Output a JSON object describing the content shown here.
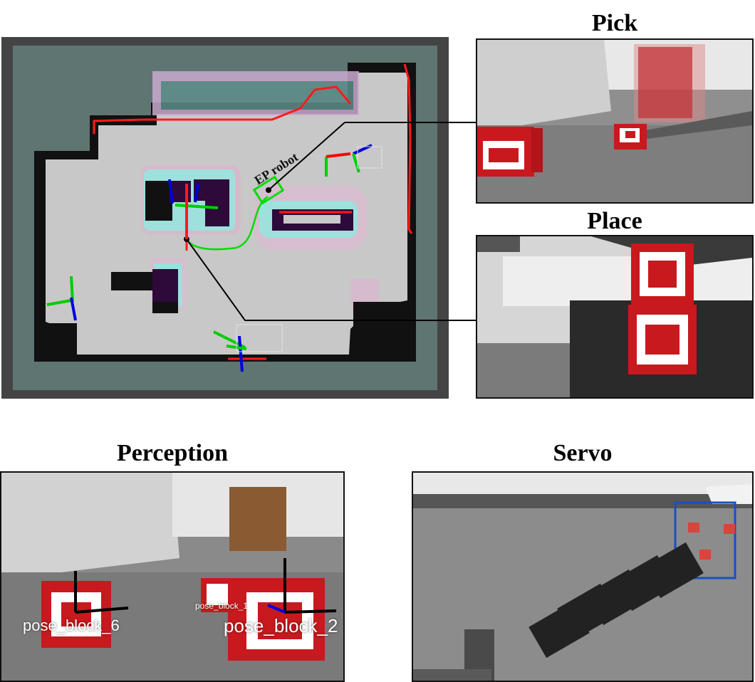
{
  "map": {
    "robot_label": "EP robot"
  },
  "panels": {
    "pick": {
      "title": "Pick"
    },
    "place": {
      "title": "Place"
    },
    "perception": {
      "title": "Perception",
      "labels": [
        "pose_block_6",
        "pose_block_1",
        "pose_block_2"
      ]
    },
    "servo": {
      "title": "Servo"
    }
  },
  "colors": {
    "map_border": "#4a4a4a",
    "map_bg": "#5f7571",
    "free_space": "#c8c8c8",
    "obstacle": "#111111",
    "inflation": "#2d0a3a",
    "path": "#00dd00",
    "laser": "#ff0000",
    "block_red": "#c8191e"
  },
  "icons": [
    "block-6-icon",
    "block-1-icon",
    "block-2-icon",
    "block-3-icon",
    "block-5-icon"
  ]
}
